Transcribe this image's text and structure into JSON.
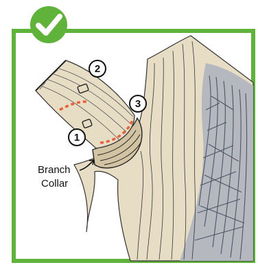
{
  "badge": {
    "icon": "checkmark-icon",
    "color": "#5fb33a"
  },
  "frame": {
    "border_color": "#5fb33a"
  },
  "cut_markers": [
    {
      "label": "1"
    },
    {
      "label": "2"
    },
    {
      "label": "3"
    }
  ],
  "callout": {
    "line1": "Branch",
    "line2": "Collar"
  },
  "colors": {
    "cut_line": "#e8613c",
    "wood_light": "#e7dcc4",
    "wood_mid": "#d2c3a3",
    "bark_dark": "#4c5566",
    "ink": "#222222"
  }
}
